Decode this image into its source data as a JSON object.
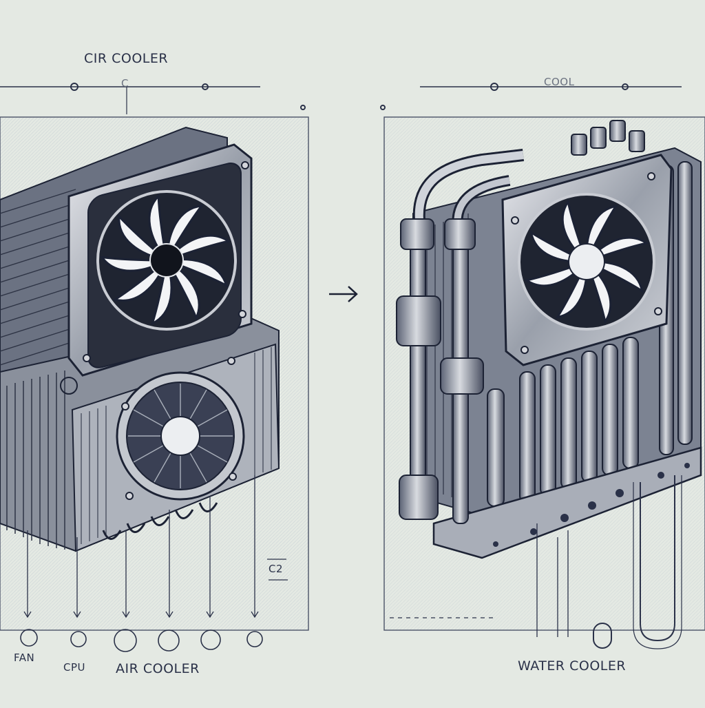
{
  "labels": {
    "top_left_title": "CIR COOLER",
    "top_left_marker": "C",
    "top_right_title": "COOL",
    "side_note": "C2",
    "fan": "FAN",
    "cpu": "CPU",
    "air_cooler": "AIR COOLER",
    "water_cooler": "WATER COOLER"
  }
}
